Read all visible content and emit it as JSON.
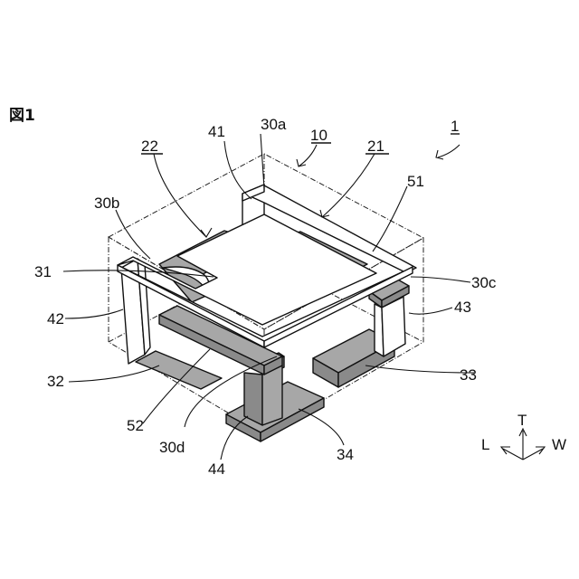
{
  "figure": {
    "title": "図1",
    "labels": {
      "l_1": "1",
      "l_10": "10",
      "l_21": "21",
      "l_22": "22",
      "l_30a": "30a",
      "l_30b": "30b",
      "l_30c": "30c",
      "l_30d": "30d",
      "l_31": "31",
      "l_32": "32",
      "l_33": "33",
      "l_34": "34",
      "l_41": "41",
      "l_42": "42",
      "l_43": "43",
      "l_44": "44",
      "l_51": "51",
      "l_52": "52"
    },
    "axes": {
      "t": "T",
      "l": "L",
      "w": "W"
    }
  },
  "colors": {
    "electrode_fill": "#a7a7a7",
    "electrode_dark": "#8a8a8a",
    "body_fill": "#ffffff",
    "line": "#111111"
  }
}
